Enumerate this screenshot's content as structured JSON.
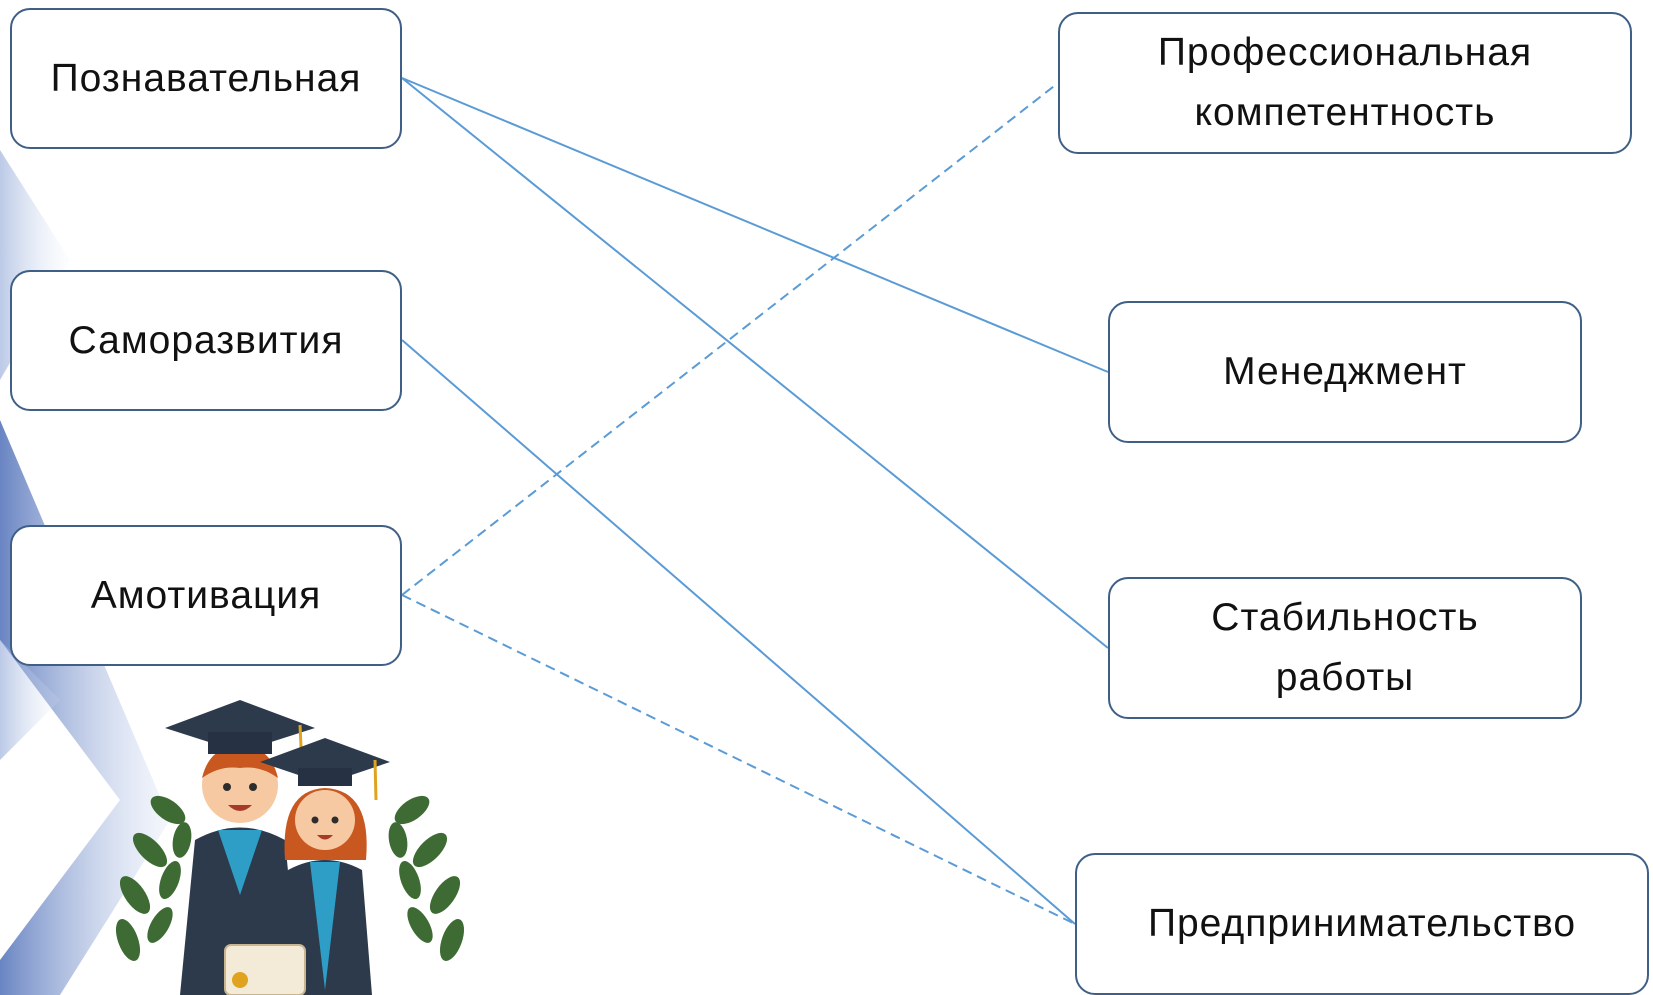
{
  "left_nodes": [
    {
      "id": "poz",
      "label": "Познавательная"
    },
    {
      "id": "sam",
      "label": "Саморазвития"
    },
    {
      "id": "amo",
      "label": "Амотивация"
    }
  ],
  "right_nodes": [
    {
      "id": "prof",
      "label": "Профессиональная\nкомпетентность"
    },
    {
      "id": "men",
      "label": "Менеджмент"
    },
    {
      "id": "stab",
      "label": "Стабильность\nработы"
    },
    {
      "id": "pred",
      "label": "Предпринимательство"
    }
  ],
  "edges": [
    {
      "from": "Познавательная",
      "to": "Менеджмент",
      "style": "solid"
    },
    {
      "from": "Познавательная",
      "to": "Стабильность работы",
      "style": "solid"
    },
    {
      "from": "Саморазвития",
      "to": "Предпринимательство",
      "style": "solid"
    },
    {
      "from": "Амотивация",
      "to": "Профессиональная компетентность",
      "style": "dashed"
    },
    {
      "from": "Амотивация",
      "to": "Предпринимательство",
      "style": "dashed"
    }
  ],
  "colors": {
    "line": "#5b9bd5",
    "box_border": "#3f5f86",
    "deco_stripe": "#8ea6d6",
    "deco_stripe_dark": "#4f6fb8"
  },
  "illustration": {
    "name": "graduates-illustration",
    "icons": [
      "graduation-cap-icon",
      "laurel-wreath-icon",
      "diploma-scroll-icon"
    ]
  }
}
